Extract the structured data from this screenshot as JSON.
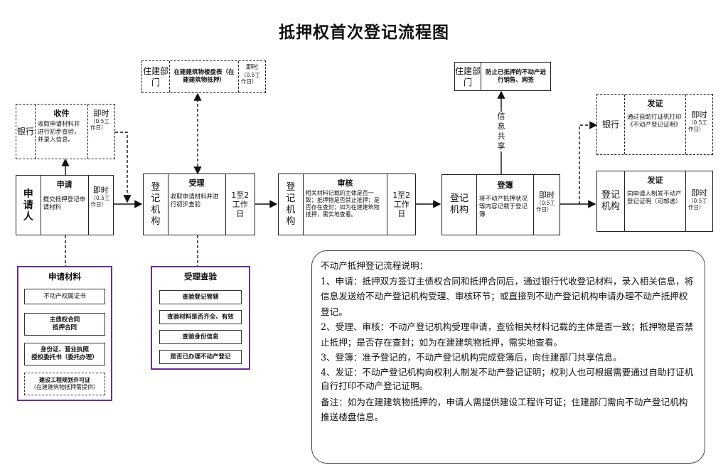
{
  "title": "抵押权首次登记流程图",
  "receive": {
    "bank": "银行",
    "head": "收件",
    "desc": "收取申请材料并进行初步查验，并录入信息。",
    "time": "即时",
    "time_note": "（0.5工作日）"
  },
  "apply": {
    "who": "申请人",
    "head": "申请",
    "desc": "提交抵押登记申请材料",
    "time": "即时",
    "time_note": "（0.5工作日）"
  },
  "accept": {
    "who": "登记机构",
    "head": "受理",
    "desc": "收取申请材料并进行初步查验",
    "time": "1至2工作日"
  },
  "review": {
    "who": "登记机构",
    "head": "审核",
    "desc": "相关材料记载的主体是否一致；抵押物是否禁止抵押；是否存在查封；如为在建建筑物抵押，需实地查看。",
    "time": "1至2工作日"
  },
  "record": {
    "who": "登记机构",
    "head": "登簿",
    "desc": "将不动产抵押状况等内容记载于登记簿",
    "time": "即时",
    "time_note": "（0.5工作日）"
  },
  "issue": {
    "who": "登记机构",
    "head": "发证",
    "desc": "向申请人制发不动产登记证明（可邮递）",
    "time": "即时",
    "time_note": "（0.5工作日）"
  },
  "issue_bank": {
    "who": "银行",
    "head": "发证",
    "desc": "通过自助打证机打印《不动产登记证明》",
    "time": "即时",
    "time_note": "（0.5工作日）"
  },
  "housing1": {
    "who": "住建部门",
    "desc": "在建建筑物楼盘表（在建建筑物抵押）",
    "time": "即时",
    "time_note": "（0.5工作日）"
  },
  "housing2": {
    "who": "住建部门",
    "desc": "防止已抵押的不动产进行销售、网签"
  },
  "share_label": [
    "信",
    "息",
    "共",
    "享"
  ],
  "materials": {
    "title": "申请材料",
    "items": [
      "不动产权属证书",
      "主债权合同\n抵押合同",
      "身份证、营业执照\n授权委托书（委托办理）"
    ],
    "dashed_item": "建设工程规划许可证",
    "dashed_note": "（在建建筑物抵押需提供）"
  },
  "checks": {
    "title": "受理查验",
    "items": [
      "查验登记管辖",
      "查验材料是否齐全、有效",
      "查验身份信息",
      "是否已办理不动产登记"
    ]
  },
  "note": {
    "title": "不动产抵押登记流程说明：",
    "p1": "1、申请：抵押双方签订主债权合同和抵押合同后，通过银行代收登记材料，录入相关信息，将信息发送给不动产登记机构受理、审核环节；或直接到不动产登记机构申请办理不动产抵押权登记。",
    "p2": "2、受理、审核：不动产登记机构受理申请，查验相关材料记载的主体是否一致；抵押物是否禁止抵押；是否存在查封；如为在建建筑物抵押，需实地查看。",
    "p3": "3、登簿：准予登记的，不动产登记机构完成登簿后，向住建部门共享信息。",
    "p4": "4、发证：不动产登记机构向权利人制发不动产登记证明；权利人也可根据需要通过自助打证机自行打印不动产登记证明。",
    "p5": "备注：如为在建建筑物抵押的，申请人需提供建设工程许可证；住建部门需向不动产登记机构推送楼盘信息。"
  }
}
